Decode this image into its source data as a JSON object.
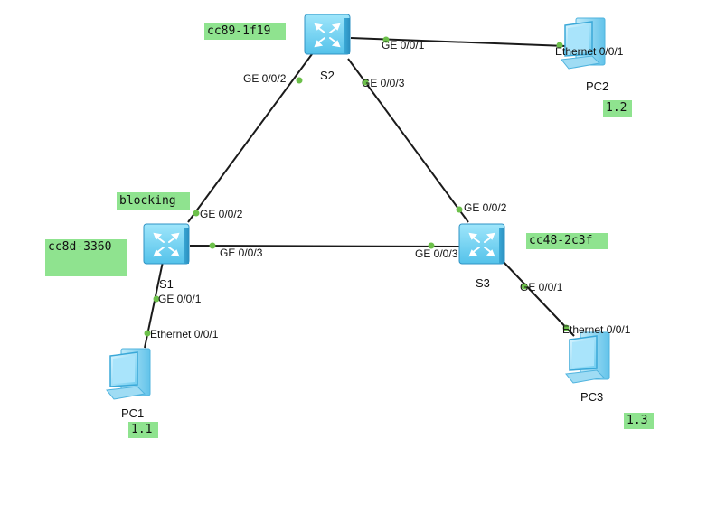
{
  "devices": {
    "s1": {
      "label": "S1",
      "icon": "switch-icon"
    },
    "s2": {
      "label": "S2",
      "icon": "switch-icon"
    },
    "s3": {
      "label": "S3",
      "icon": "switch-icon"
    },
    "pc1": {
      "label": "PC1",
      "icon": "pc-icon"
    },
    "pc2": {
      "label": "PC2",
      "icon": "pc-icon"
    },
    "pc3": {
      "label": "PC3",
      "icon": "pc-icon"
    }
  },
  "ports": {
    "s2_ge001": "GE 0/0/1",
    "s2_ge002": "GE 0/0/2",
    "s2_ge003": "GE 0/0/3",
    "s1_ge002": "GE 0/0/2",
    "s1_ge003": "GE 0/0/3",
    "s1_ge001": "GE 0/0/1",
    "s3_ge002": "GE 0/0/2",
    "s3_ge003": "GE 0/0/3",
    "s3_ge001": "GE 0/0/1",
    "pc1_eth": "Ethernet 0/0/1",
    "pc2_eth": "Ethernet 0/0/1",
    "pc3_eth": "Ethernet 0/0/1"
  },
  "notes": {
    "s2_mac": "cc89-1f19",
    "s1_mac": "cc8d-3360",
    "s3_mac": "cc48-2c3f",
    "s1_state": "blocking",
    "pc1_ip": "1.1",
    "pc2_ip": "1.2",
    "pc3_ip": "1.3"
  },
  "colors": {
    "note_bg": "#8fe38f",
    "port_dot": "#6cc04a",
    "link": "#1a1a1a",
    "switch_face": "#5cc7ec",
    "pc_face": "#7fd3f2"
  }
}
